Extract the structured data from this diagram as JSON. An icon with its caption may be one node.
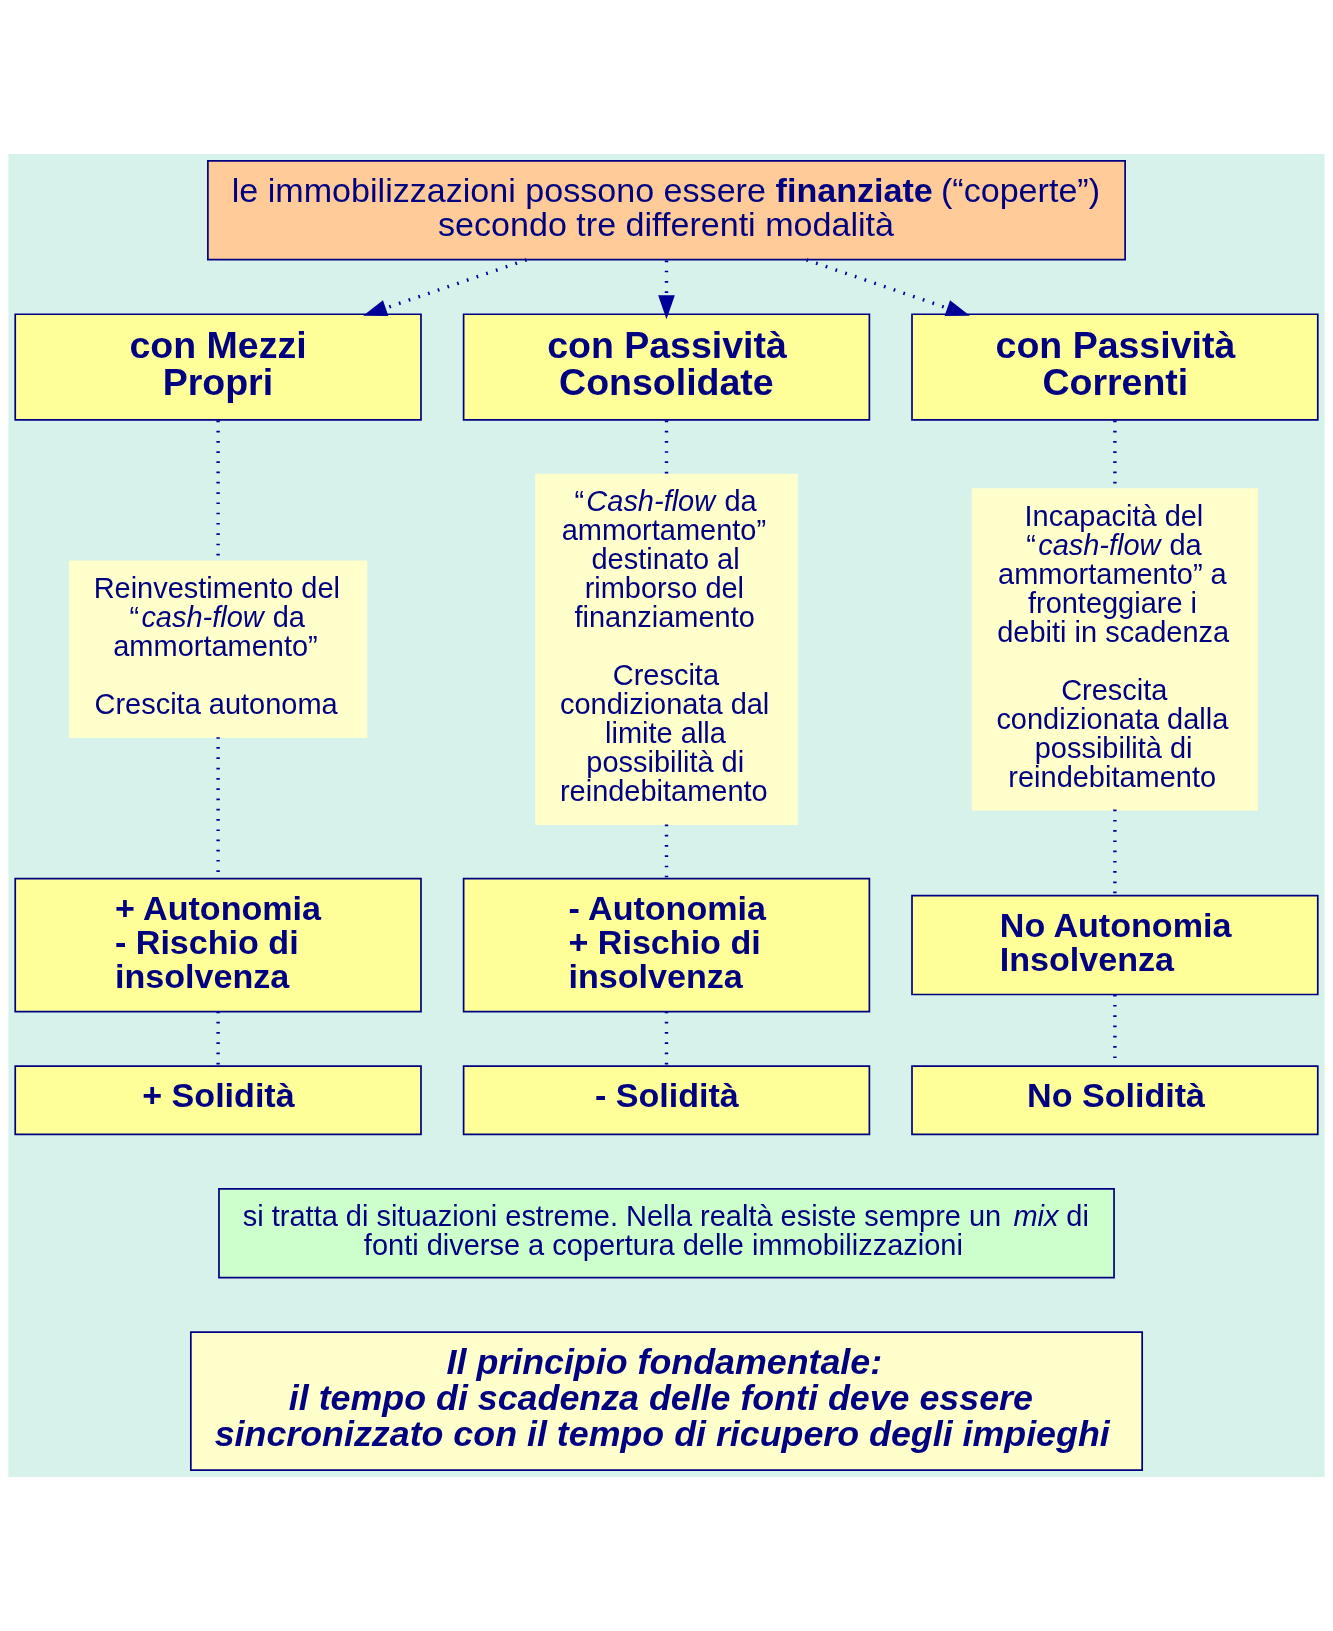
{
  "diagram": {
    "nodes": [
      {
        "text": [
          "le immobilizzazioni possono essere **finanziate** (“coperte”) secondo tre differenti modalità"
        ]
      },
      {
        "text": [
          "con Mezzi Propri"
        ]
      },
      {
        "text": [
          "con Passività Consolidate"
        ]
      },
      {
        "text": [
          "con Passività Correnti"
        ]
      },
      {
        "text": [
          "Reinvestimento del “*cash-flow* da ammortamento”",
          "Crescita autonoma"
        ]
      },
      {
        "text": [
          "“*Cash-flow* da ammortamento” destinato al rimborso del finanziamento",
          "Crescita condizionata dal limite alla possibilità di reindebitamento"
        ]
      },
      {
        "text": [
          "Incapacità del “*cash-flow* da ammortamento” a fronteggiare i debiti in scadenza",
          "Crescita condizionata dalla possibilità di reindebitamento"
        ]
      },
      {
        "text": [
          "+ Autonomia",
          "- Rischio di insolvenza"
        ]
      },
      {
        "text": [
          "- Autonomia",
          "+ Rischio di insolvenza"
        ]
      },
      {
        "text": [
          "No Autonomia",
          "Insolvenza"
        ]
      },
      {
        "text": [
          "+ Solidità"
        ]
      },
      {
        "text": [
          "- Solidità"
        ]
      },
      {
        "text": [
          "No Solidità"
        ]
      },
      {
        "text": [
          "si tratta di situazioni estreme. Nella realtà esiste sempre un *mix* di fonti diverse a copertura delle immobilizzazioni"
        ]
      },
      {
        "text": [
          "Il principio fondamentale:",
          "il tempo di scadenza delle fonti deve essere sincronizzato con il tempo di ricupero degli impieghi"
        ]
      }
    ],
    "edges": [
      {
        "from": 0,
        "to": 1,
        "arrow": "to",
        "style": "dashed"
      },
      {
        "from": 0,
        "to": 2,
        "arrow": "to",
        "style": "dashed"
      },
      {
        "from": 0,
        "to": 3,
        "arrow": "to",
        "style": "dashed"
      },
      {
        "from": 1,
        "to": 4,
        "arrow": "none",
        "style": "dashed"
      },
      {
        "from": 2,
        "to": 5,
        "arrow": "none",
        "style": "dashed"
      },
      {
        "from": 3,
        "to": 6,
        "arrow": "none",
        "style": "dashed"
      },
      {
        "from": 4,
        "to": 7,
        "arrow": "none",
        "style": "dashed"
      },
      {
        "from": 5,
        "to": 8,
        "arrow": "none",
        "style": "dashed"
      },
      {
        "from": 6,
        "to": 9,
        "arrow": "none",
        "style": "dashed"
      },
      {
        "from": 7,
        "to": 10,
        "arrow": "none",
        "style": "dashed"
      },
      {
        "from": 8,
        "to": 11,
        "arrow": "none",
        "style": "dashed"
      },
      {
        "from": 9,
        "to": 12,
        "arrow": "none",
        "style": "dashed"
      }
    ]
  }
}
